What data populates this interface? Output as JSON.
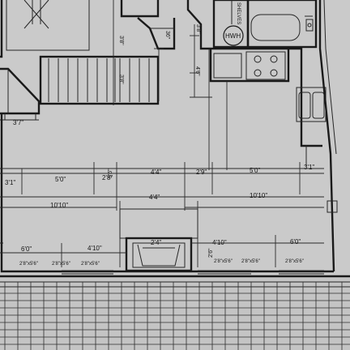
{
  "fixtures": {
    "shelves_label": "SHELVES",
    "water_heater_label": "HWH"
  },
  "dimensions": {
    "stair_landing": "3'7\"",
    "top_3_8_a": "3'8\"",
    "top_3_8_b": "3'8\"",
    "top_3_8_c": "3'8\"",
    "top_36": "36\"",
    "right_4_6": "4'6\"",
    "row1": [
      "3'1\"",
      "5'0\"",
      "2'8\"",
      "4'4\"",
      "2'9\"",
      "5'0\"",
      "3'1\""
    ],
    "row2": [
      "10'10\"",
      "4'4\"",
      "10'10\""
    ],
    "row3": [
      "6'0\"",
      "4'10\"",
      "2'4\"",
      "4'10\"",
      "6'0\""
    ],
    "vert_5_6": "5'6\"",
    "vert_2_6": "2'6\""
  },
  "window_tags": {
    "w1": "2'8\"x5'6\"",
    "w2": "2'8\"x5'6\"",
    "w3": "2'8\"x5'6\"",
    "w4": "2'8\"x5'6\"",
    "w5": "2'8\"x5'6\"",
    "w6": "2'8\"x5'6\""
  }
}
